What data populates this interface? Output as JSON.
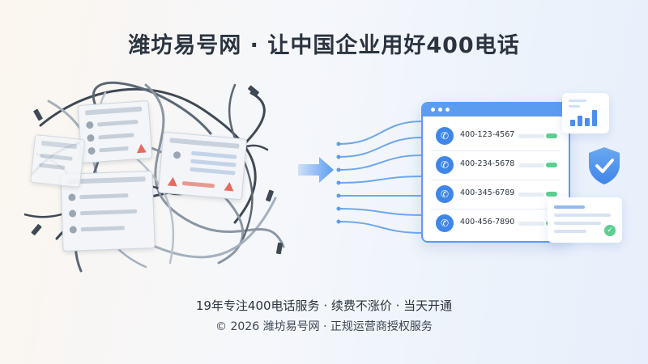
{
  "header": {
    "title": "潍坊易号网 · 让中国企业用好400电话"
  },
  "panel": {
    "numbers": [
      {
        "number": "400-123-4567"
      },
      {
        "number": "400-234-5678"
      },
      {
        "number": "400-345-6789"
      },
      {
        "number": "400-456-7890"
      }
    ]
  },
  "footer": {
    "tagline": "19年专注400电话服务 · 续费不涨价 · 当天开通",
    "copyright": "© 2026 潍坊易号网 · 正规运营商授权服务"
  },
  "colors": {
    "accent": "#3f86e8",
    "panel_border": "#5b9cf0",
    "status_ok": "#5ccf90",
    "warning": "#e86a5c",
    "title_text": "#2b3440"
  },
  "icons": {
    "phone": "phone-icon",
    "arrow": "arrow-right-icon",
    "shield": "shield-check-icon",
    "chart": "bar-chart-icon",
    "check": "check-icon",
    "warning": "warning-icon"
  }
}
